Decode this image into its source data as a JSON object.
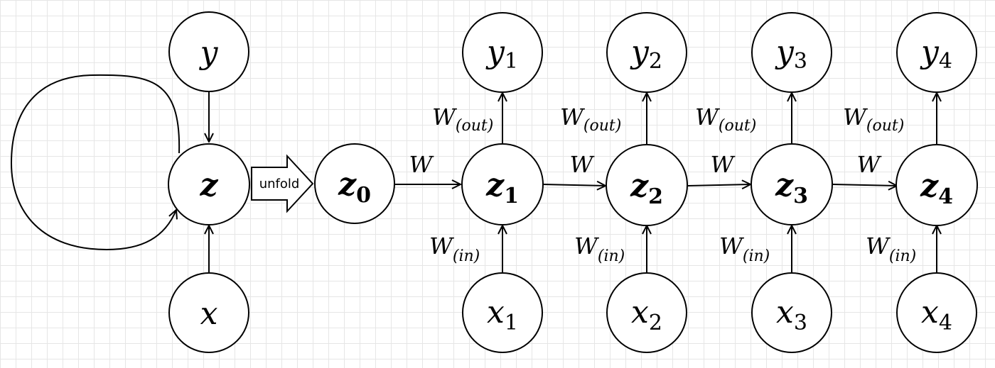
{
  "folded": {
    "output": {
      "base": "y",
      "sub": ""
    },
    "hidden": {
      "base": "z",
      "sub": ""
    },
    "input": {
      "base": "x",
      "sub": ""
    }
  },
  "unfold_label": "unfold",
  "initial_state": {
    "base": "z",
    "sub": "0"
  },
  "steps": [
    {
      "y": {
        "base": "y",
        "sub": "1"
      },
      "z": {
        "base": "z",
        "sub": "1"
      },
      "x": {
        "base": "x",
        "sub": "1"
      }
    },
    {
      "y": {
        "base": "y",
        "sub": "2"
      },
      "z": {
        "base": "z",
        "sub": "2"
      },
      "x": {
        "base": "x",
        "sub": "2"
      }
    },
    {
      "y": {
        "base": "y",
        "sub": "3"
      },
      "z": {
        "base": "z",
        "sub": "3"
      },
      "x": {
        "base": "x",
        "sub": "3"
      }
    },
    {
      "y": {
        "base": "y",
        "sub": "4"
      },
      "z": {
        "base": "z",
        "sub": "4"
      },
      "x": {
        "base": "x",
        "sub": "4"
      }
    }
  ],
  "weights": {
    "recurrent": {
      "base": "W",
      "sub": ""
    },
    "output": {
      "base": "W",
      "sub": "(out)"
    },
    "input": {
      "base": "W",
      "sub": "(in)"
    }
  }
}
